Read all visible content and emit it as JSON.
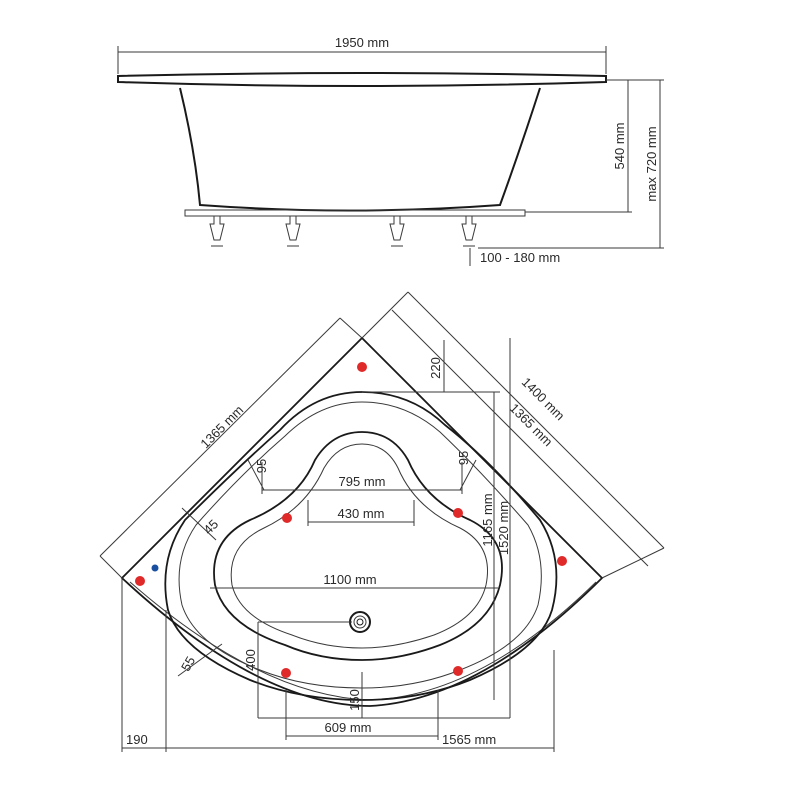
{
  "side_view": {
    "width_label": "1950 mm",
    "depth_label": "540 mm",
    "max_height_label": "max 720 mm",
    "leg_range_label": "100 - 180 mm"
  },
  "top_view": {
    "side_left_label": "1365 mm",
    "diag_outer_label": "1400 mm",
    "diag_inner_label": "1365 mm",
    "top_gap_label": "220",
    "seat_left_label": "95",
    "seat_right_label": "95",
    "inner_top_label": "795 mm",
    "inner_neck_label": "430 mm",
    "rim_left_label": "45",
    "basin_width_label": "1100 mm",
    "height_1165_label": "1165 mm",
    "height_1520_label": "1520 mm",
    "bottom_rim_label": "55",
    "depth_400_label": "400",
    "depth_150_label": "150",
    "width_609_label": "609 mm",
    "left_offset_label": "190",
    "total_width_label": "1565 mm"
  },
  "colors": {
    "jet_red": "#e02a2a",
    "control_blue": "#1a4fa0",
    "outline": "#1a1a1a"
  },
  "icons": {
    "jet": "red-dot-icon",
    "control": "blue-dot-icon",
    "drain": "drain-icon"
  }
}
